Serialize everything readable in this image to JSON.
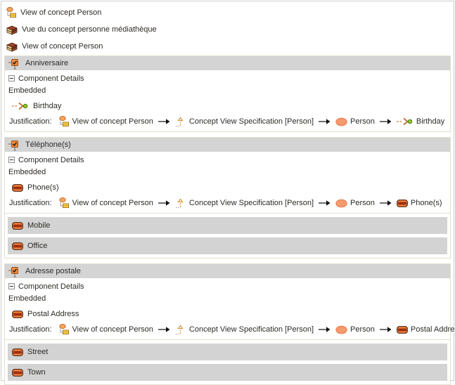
{
  "top_items": [
    {
      "label": "View of concept Person",
      "icon": "concept-view-icon"
    },
    {
      "label": "Vue du concept personne médiathèque",
      "icon": "media-library-icon"
    },
    {
      "label": "View of concept Person",
      "icon": "media-library-icon"
    }
  ],
  "sections": [
    {
      "title": "Anniversaire",
      "details_label": "Component Details",
      "embedded_label": "Embedded",
      "property_label": "Birthday",
      "property_icon": "datatype-arrow-icon",
      "justification_label": "Justification:",
      "steps": [
        {
          "label": "View of concept Person",
          "icon": "concept-view-icon"
        },
        {
          "label": "Concept View Specification [Person]",
          "icon": "concept-view-spec-icon"
        },
        {
          "label": "Person",
          "icon": "person-ellipse-icon"
        },
        {
          "label": "Birthday",
          "icon": "datatype-arrow-icon"
        }
      ],
      "items": []
    },
    {
      "title": "Téléphone(s)",
      "details_label": "Component Details",
      "embedded_label": "Embedded",
      "property_label": "Phone(s)",
      "property_icon": "attribute-box-icon",
      "justification_label": "Justification:",
      "steps": [
        {
          "label": "View of concept Person",
          "icon": "concept-view-icon"
        },
        {
          "label": "Concept View Specification [Person]",
          "icon": "concept-view-spec-icon"
        },
        {
          "label": "Person",
          "icon": "person-ellipse-icon"
        },
        {
          "label": "Phone(s)",
          "icon": "attribute-box-icon"
        }
      ],
      "items": [
        {
          "label": "Mobile",
          "icon": "attribute-box-icon"
        },
        {
          "label": "Office",
          "icon": "attribute-box-icon"
        }
      ]
    },
    {
      "title": "Adresse postale",
      "details_label": "Component Details",
      "embedded_label": "Embedded",
      "property_label": "Postal Address",
      "property_icon": "attribute-box-icon",
      "justification_label": "Justification:",
      "steps": [
        {
          "label": "View of concept Person",
          "icon": "concept-view-icon"
        },
        {
          "label": "Concept View Specification [Person]",
          "icon": "concept-view-spec-icon"
        },
        {
          "label": "Person",
          "icon": "person-ellipse-icon"
        },
        {
          "label": "Postal Address",
          "icon": "attribute-box-icon"
        }
      ],
      "items": [
        {
          "label": "Street",
          "icon": "attribute-box-icon"
        },
        {
          "label": "Town",
          "icon": "attribute-box-icon"
        }
      ]
    }
  ],
  "colors": {
    "header_bar": "#d4d4d4",
    "item_bar": "#d3d3d3",
    "box_border": "#e3dfd0",
    "outer_border": "#cdcdcd",
    "accent_orange": "#f08a3c",
    "attribute_fill": "#f4813d",
    "person_fill": "#f49b70",
    "green_dot": "#8ed11f",
    "yellow_rect": "#ffd24a"
  }
}
